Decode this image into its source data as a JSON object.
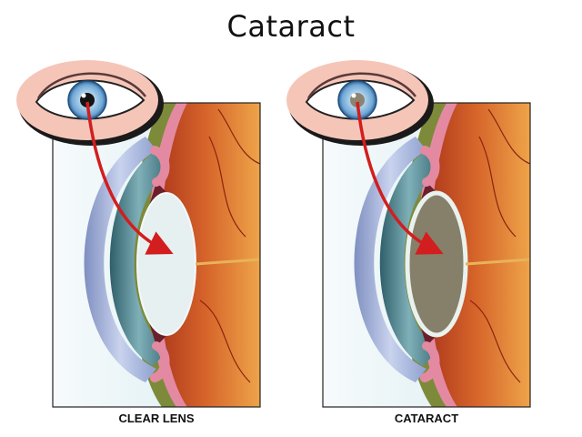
{
  "title": "Cataract",
  "panels": [
    {
      "caption": "CLEAR LENS",
      "lens_color": "#e6f0f1",
      "pupil_color": "#141414"
    },
    {
      "caption": "CATARACT",
      "lens_color": "#86806a",
      "pupil_color": "#8a8470"
    }
  ],
  "colors": {
    "arrow": "#d21e1e",
    "iris": "#6fa8d6",
    "skin": "#f5c6b8",
    "retina": "#c0461c"
  }
}
